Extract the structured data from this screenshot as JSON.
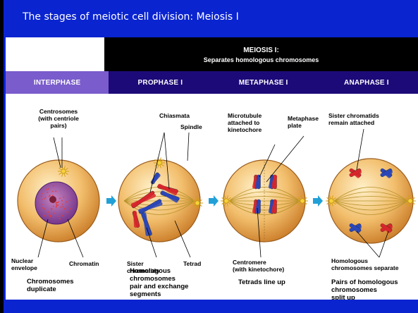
{
  "slide": {
    "title": "The stages of meiotic cell division: Meiosis I",
    "colors": {
      "background": "#0a24d0",
      "interphase_tab": "#7a5ccc",
      "meiosis_tab": "#1c0a78",
      "cell": "#e9a24a",
      "chromatid_red": "#d7262b",
      "chromatid_blue": "#2a46b8",
      "arrow": "#21a0d8"
    }
  },
  "header": {
    "meiosis_title": "MEIOSIS I:",
    "meiosis_subtitle": "Separates homologous chromosomes"
  },
  "stages": [
    "INTERPHASE",
    "PROPHASE I",
    "METAPHASE I",
    "ANAPHASE I"
  ],
  "labels": {
    "centrosomes": [
      "Centrosomes",
      "(with centriole",
      "pairs)"
    ],
    "nuclear_envelope": [
      "Nuclear",
      "envelope"
    ],
    "chromatin": [
      "Chromatin"
    ],
    "chiasmata": [
      "Chiasmata"
    ],
    "spindle": [
      "Spindle"
    ],
    "sister_chromatids": [
      "Sister",
      "chromatids"
    ],
    "tetrad": [
      "Tetrad"
    ],
    "microtubule": [
      "Microtubule",
      "attached to",
      "kinetochore"
    ],
    "metaphase_plate": [
      "Metaphase",
      "plate"
    ],
    "centromere": [
      "Centromere",
      "(with kinetochore)"
    ],
    "sister_chromatids_attached": [
      "Sister chromatids",
      "remain attached"
    ],
    "homologous_separate": [
      "Homologous",
      "chromosomes separate"
    ]
  },
  "captions": {
    "interphase": [
      "Chromosomes",
      "duplicate"
    ],
    "prophase": [
      "Homologous",
      "chromosomes",
      "pair and exchange",
      "segments"
    ],
    "metaphase": [
      "Tetrads line up"
    ],
    "anaphase": [
      "Pairs of homologous",
      "chromosomes",
      "split up"
    ]
  }
}
